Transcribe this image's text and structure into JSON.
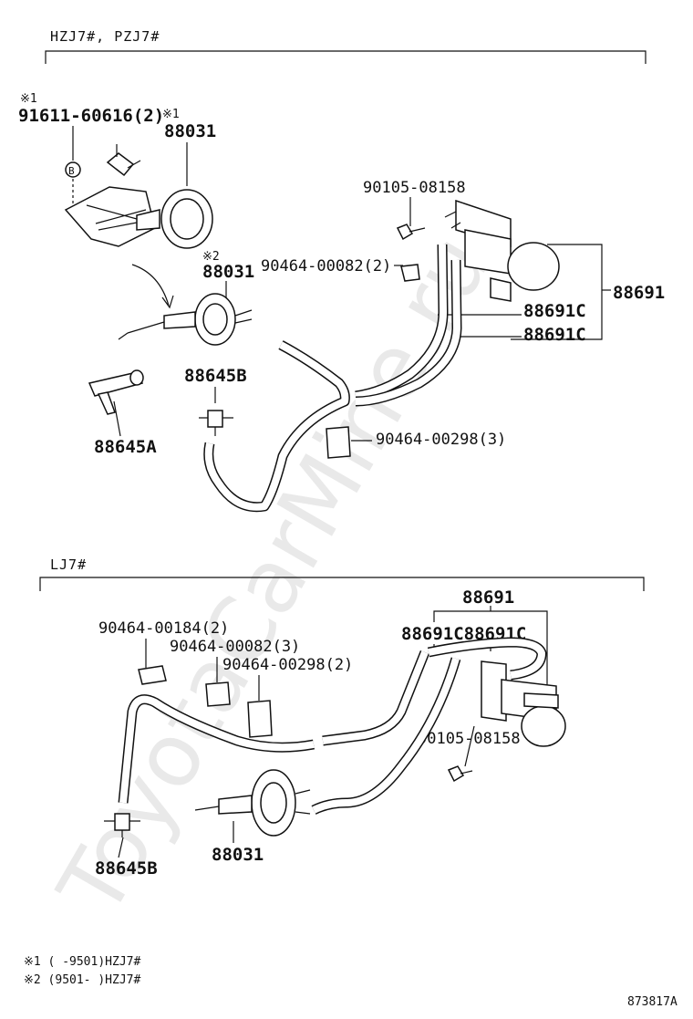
{
  "watermark": "ToyotaCarMine.ru",
  "sections": {
    "top": {
      "title": "HZJ7#, PZJ7#"
    },
    "bottom": {
      "title": "LJ7#"
    }
  },
  "top_labels": {
    "note_mark_1a": "※1",
    "bolt_91611": "91611-60616(2)",
    "note_mark_1b": "※1",
    "booster_88031_a": "88031",
    "note_mark_2": "※2",
    "booster_88031_b": "88031",
    "bolt_90105": "90105-08158",
    "clip_90464_00082": "90464-00082(2)",
    "valve_88691": "88691",
    "hose_88691c_1": "88691C",
    "hose_88691c_2": "88691C",
    "joint_88645b": "88645B",
    "clip_90464_00298": "90464-00298(3)",
    "joint_88645a": "88645A"
  },
  "bottom_labels": {
    "valve_88691": "88691",
    "hose_88691c_pair": "88691C88691C",
    "clip_90464_00184": "90464-00184(2)",
    "clip_90464_00082": "90464-00082(3)",
    "clip_90464_00298": "90464-00298(2)",
    "bolt_90105": "90105-08158",
    "booster_88031": "88031",
    "joint_88645b": "88645B"
  },
  "footnotes": {
    "note_1": "※1 (     -9501)HZJ7#",
    "note_2": "※2 (9501-     )HZJ7#"
  },
  "figure_code": "873817A",
  "washer_symbol": "B"
}
